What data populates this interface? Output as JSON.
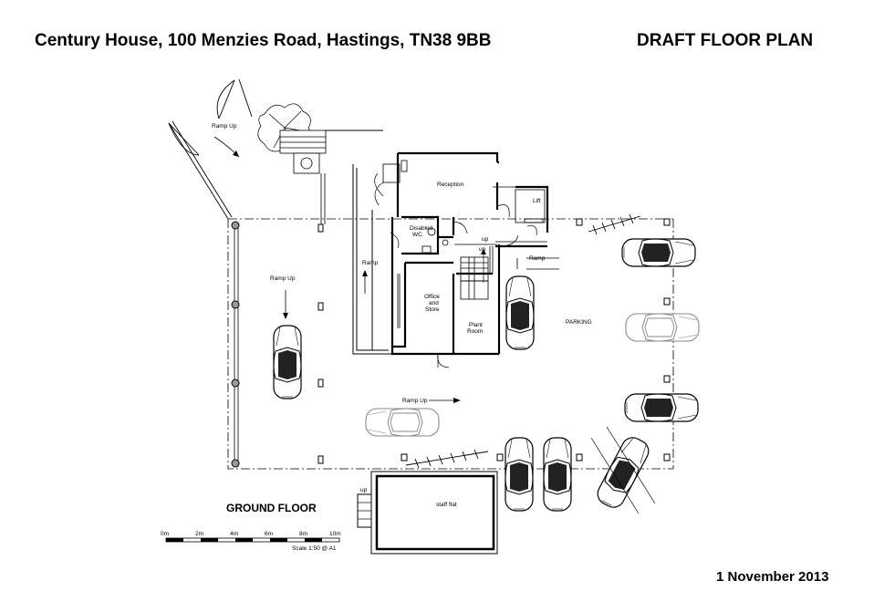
{
  "header": {
    "address": "Century House, 100 Menzies Road, Hastings, TN38 9BB",
    "plan_title": "DRAFT FLOOR PLAN"
  },
  "footer": {
    "date": "1 November 2013"
  },
  "plan": {
    "floor_label": "GROUND FLOOR",
    "rooms": {
      "reception": "Reception",
      "lift": "Lift",
      "disabled_wc_1": "Disabled",
      "disabled_wc_2": "WC",
      "office_1": "Office",
      "office_2": "and",
      "office_3": "Store",
      "plant_1": "Plant",
      "plant_2": "Room",
      "staff_flat": "staff flat",
      "parking": "PARKING"
    },
    "annotations": {
      "ramp_up_top": "Ramp Up",
      "ramp_up_left": "Ramp Up",
      "ramp_up_bottom": "Ramp Up",
      "ramp_side": "Ramp",
      "ramp_right": "Ramp",
      "up_1": "up",
      "up_2": "up",
      "up_3": "up"
    },
    "scale_bar": {
      "ticks": [
        "0m",
        "2m",
        "4m",
        "6m",
        "8m",
        "10m"
      ],
      "caption": "Scale 1:50 @ A1"
    }
  }
}
